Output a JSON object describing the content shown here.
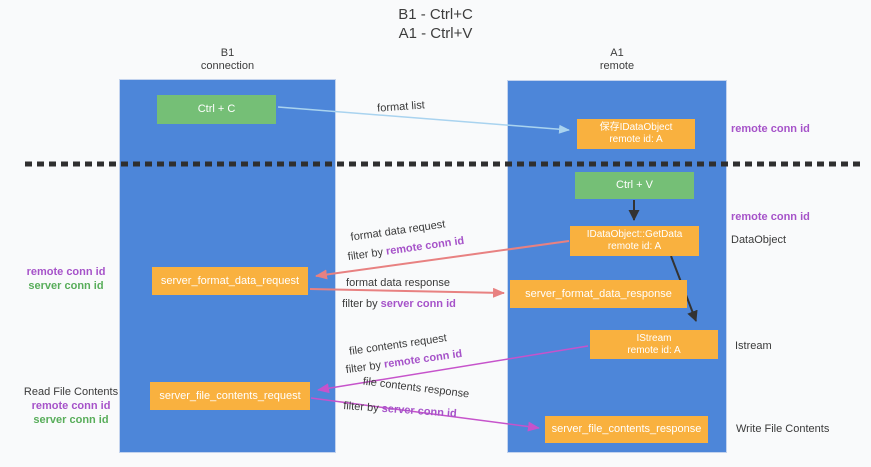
{
  "title": {
    "line1": "B1 - Ctrl+C",
    "line2": "A1 - Ctrl+V"
  },
  "columns": {
    "left": {
      "name": "B1",
      "subtitle": "connection"
    },
    "right": {
      "name": "A1",
      "subtitle": "remote"
    }
  },
  "nodes": {
    "ctrl_c": {
      "label": "Ctrl + C"
    },
    "save_dataobject": {
      "line1": "保存IDataObject",
      "line2": "remote id: A"
    },
    "ctrl_v": {
      "label": "Ctrl + V"
    },
    "getdata": {
      "line1": "IDataObject::GetData",
      "line2": "remote id: A"
    },
    "format_request": {
      "label": "server_format_data_request"
    },
    "format_response": {
      "label": "server_format_data_response"
    },
    "istream": {
      "line1": "IStream",
      "line2": "remote id: A"
    },
    "file_request": {
      "label": "server_file_contents_request"
    },
    "file_response": {
      "label": "server_file_contents_response"
    }
  },
  "flows": {
    "format_list": {
      "text": "format list"
    },
    "format_request": {
      "text": "format data request",
      "filter_prefix": "filter by ",
      "filter_key": "remote conn id"
    },
    "format_response": {
      "text": "format data response",
      "filter_prefix": "filter by ",
      "filter_key": "server conn id"
    },
    "file_request": {
      "text": "file contents request",
      "filter_prefix": "filter by ",
      "filter_key": "remote conn id"
    },
    "file_response": {
      "text": "file contents response",
      "filter_prefix": "filter by ",
      "filter_key": "server conn id"
    }
  },
  "annotations": {
    "right_top_remote": "remote conn id",
    "right_mid_remote": "remote conn id",
    "right_dataobject": "DataObject",
    "right_istream": "Istream",
    "right_write_file": "Write File Contents",
    "left_format": {
      "remote": "remote conn id",
      "server": "server conn id"
    },
    "left_file": {
      "title": "Read File Contents",
      "remote": "remote conn id",
      "server": "server conn id"
    }
  },
  "colors": {
    "lane_blue": "#4d86d9",
    "node_green": "#75bf76",
    "node_orange": "#f9b13f",
    "label_purple": "#a653c9",
    "label_green": "#58ad5a",
    "arrow_salmon": "#e88181",
    "arrow_magenta": "#c653cb",
    "arrow_lightblue": "#a9d3ef",
    "arrow_black": "#333333",
    "dashed_separator": "#2f2f2f"
  }
}
